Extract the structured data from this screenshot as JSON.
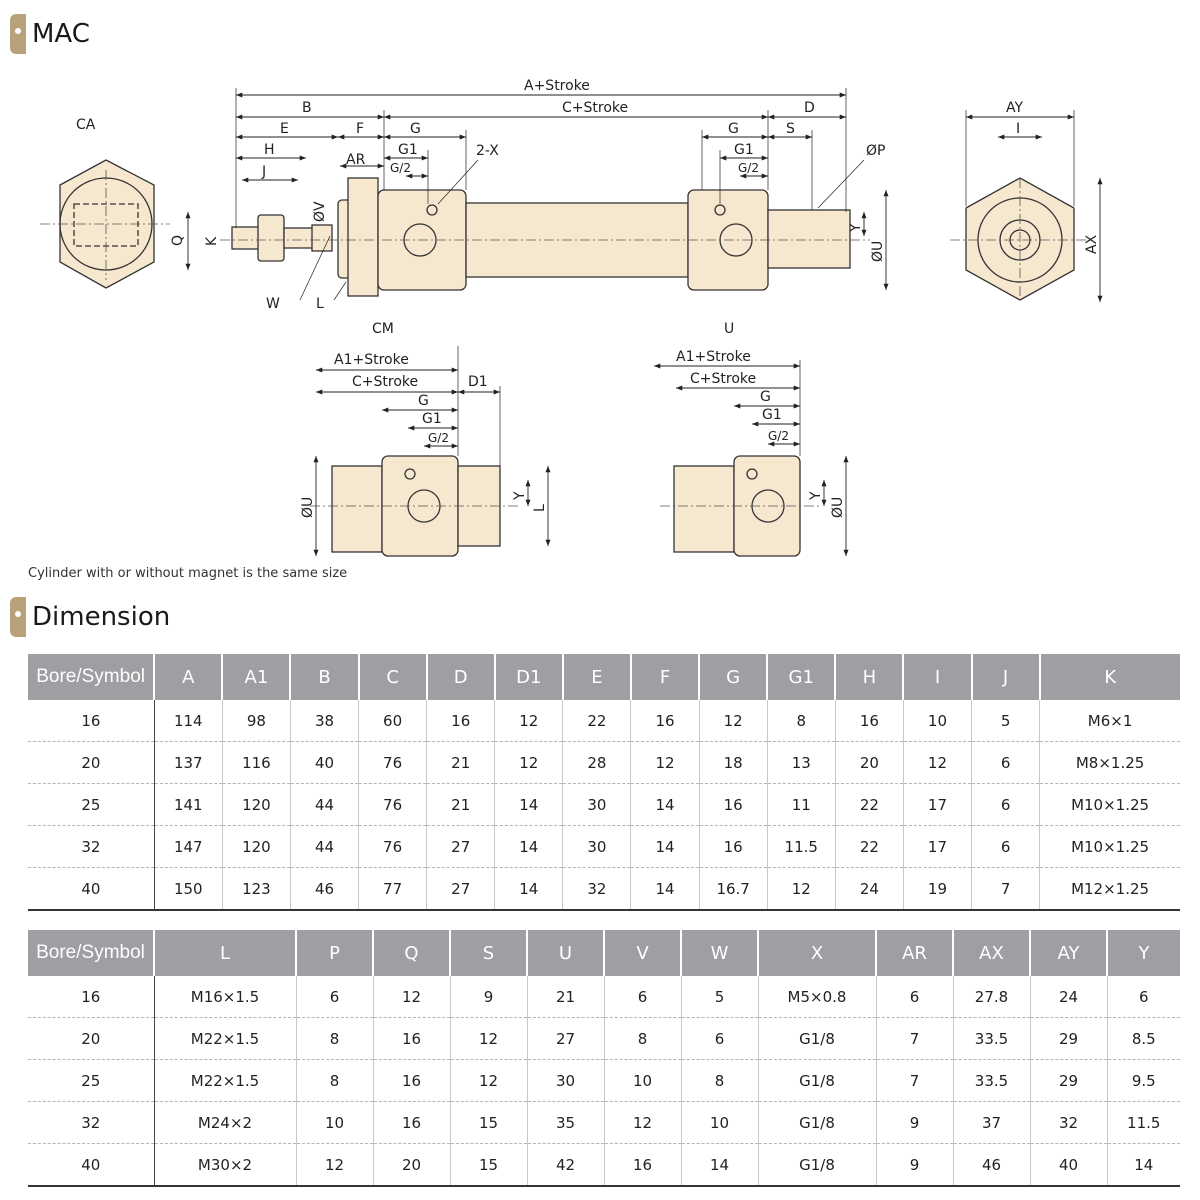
{
  "header": {
    "title": "MAC"
  },
  "diagram": {
    "view_labels": {
      "ca": "CA",
      "cm": "CM",
      "u": "U"
    },
    "dim_labels": {
      "a_stroke": "A+Stroke",
      "b": "B",
      "c_stroke": "C+Stroke",
      "d": "D",
      "e": "E",
      "f": "F",
      "g": "G",
      "g1": "G1",
      "g2": "G/2",
      "x2": "2-X",
      "h": "H",
      "ar": "AR",
      "j": "J",
      "s": "S",
      "p": "ØP",
      "v": "ØV",
      "k": "K",
      "q": "Q",
      "w": "W",
      "l": "L",
      "u": "ØU",
      "y": "Y",
      "ay": "AY",
      "i": "I",
      "ax": "AX",
      "a1_stroke": "A1+Stroke",
      "d1": "D1"
    }
  },
  "note": "Cylinder with or without magnet is the same size",
  "dimension_title": "Dimension",
  "table1": {
    "headers": [
      "Bore/Symbol",
      "A",
      "A1",
      "B",
      "C",
      "D",
      "D1",
      "E",
      "F",
      "G",
      "G1",
      "H",
      "I",
      "J",
      "K"
    ],
    "rows": [
      [
        "16",
        "114",
        "98",
        "38",
        "60",
        "16",
        "12",
        "22",
        "16",
        "12",
        "8",
        "16",
        "10",
        "5",
        "M6×1"
      ],
      [
        "20",
        "137",
        "116",
        "40",
        "76",
        "21",
        "12",
        "28",
        "12",
        "18",
        "13",
        "20",
        "12",
        "6",
        "M8×1.25"
      ],
      [
        "25",
        "141",
        "120",
        "44",
        "76",
        "21",
        "14",
        "30",
        "14",
        "16",
        "11",
        "22",
        "17",
        "6",
        "M10×1.25"
      ],
      [
        "32",
        "147",
        "120",
        "44",
        "76",
        "27",
        "14",
        "30",
        "14",
        "16",
        "11.5",
        "22",
        "17",
        "6",
        "M10×1.25"
      ],
      [
        "40",
        "150",
        "123",
        "46",
        "77",
        "27",
        "14",
        "32",
        "14",
        "16.7",
        "12",
        "24",
        "19",
        "7",
        "M12×1.25"
      ]
    ]
  },
  "table2": {
    "headers": [
      "Bore/Symbol",
      "L",
      "P",
      "Q",
      "S",
      "U",
      "V",
      "W",
      "X",
      "AR",
      "AX",
      "AY",
      "Y"
    ],
    "rows": [
      [
        "16",
        "M16×1.5",
        "6",
        "12",
        "9",
        "21",
        "6",
        "5",
        "M5×0.8",
        "6",
        "27.8",
        "24",
        "6"
      ],
      [
        "20",
        "M22×1.5",
        "8",
        "16",
        "12",
        "27",
        "8",
        "6",
        "G1/8",
        "7",
        "33.5",
        "29",
        "8.5"
      ],
      [
        "25",
        "M22×1.5",
        "8",
        "16",
        "12",
        "30",
        "10",
        "8",
        "G1/8",
        "7",
        "33.5",
        "29",
        "9.5"
      ],
      [
        "32",
        "M24×2",
        "10",
        "16",
        "15",
        "35",
        "12",
        "10",
        "G1/8",
        "9",
        "37",
        "32",
        "11.5"
      ],
      [
        "40",
        "M30×2",
        "12",
        "20",
        "15",
        "42",
        "16",
        "14",
        "G1/8",
        "9",
        "46",
        "40",
        "14"
      ]
    ]
  }
}
